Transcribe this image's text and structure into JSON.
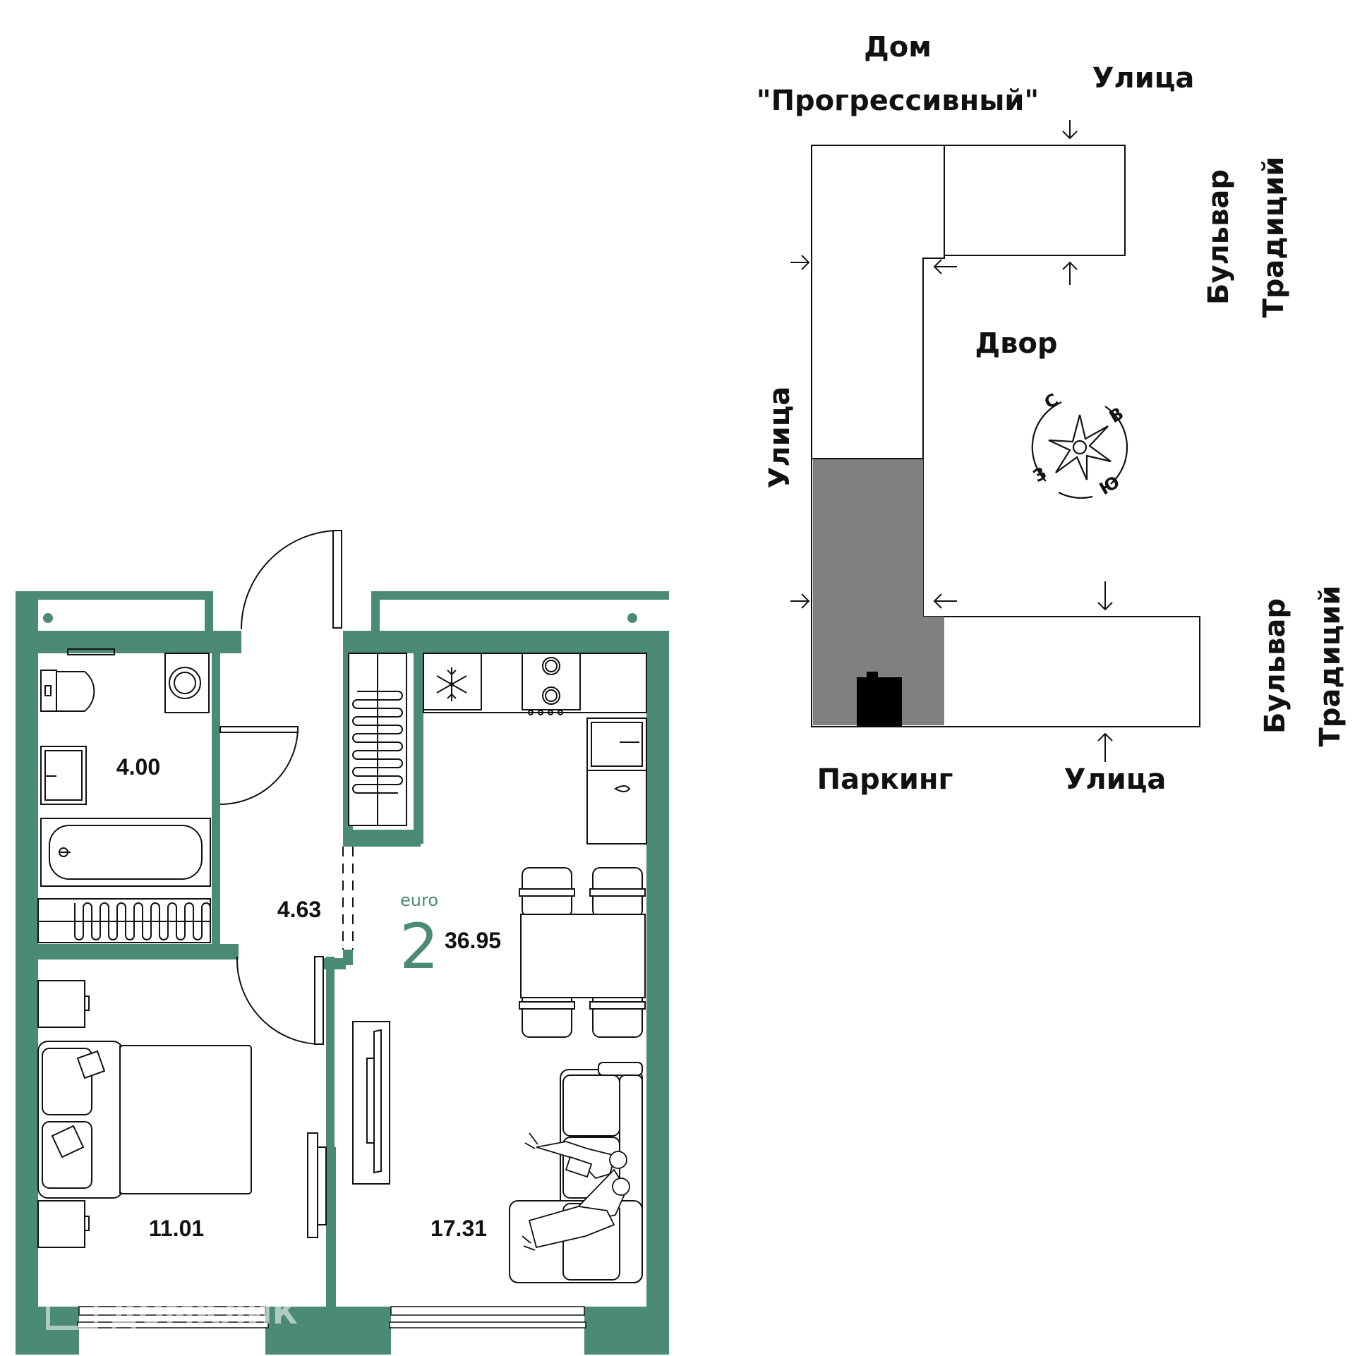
{
  "colors": {
    "wall": "#4b8a77",
    "accent": "#4b8a77",
    "parking": "#808080",
    "ink": "#111111",
    "watermark": "#d8d8d8"
  },
  "floorplan": {
    "rooms": {
      "bathroom_area": "4.00",
      "hall_area": "4.63",
      "bedroom_area": "11.01",
      "living_area": "17.31"
    },
    "summary": {
      "type_label": "euro",
      "rooms_count": "2",
      "total_area": "36.95"
    }
  },
  "siteplan": {
    "house_line1": "Дом",
    "house_line2": "\"Прогрессивный\"",
    "street_top": "Улица",
    "street_left": "Улица",
    "street_bottom": "Улица",
    "yard": "Двор",
    "parking": "Паркинг",
    "boulevard_top_1": "Бульвар",
    "boulevard_top_2": "Традиций",
    "boulevard_bottom_1": "Бульвар",
    "boulevard_bottom_2": "Традиций",
    "compass": {
      "n": "С",
      "e": "В",
      "s": "Ю",
      "w": "З"
    }
  },
  "watermark": {
    "text": "ДОМКЛИК",
    "icon": "house-logo-icon"
  }
}
